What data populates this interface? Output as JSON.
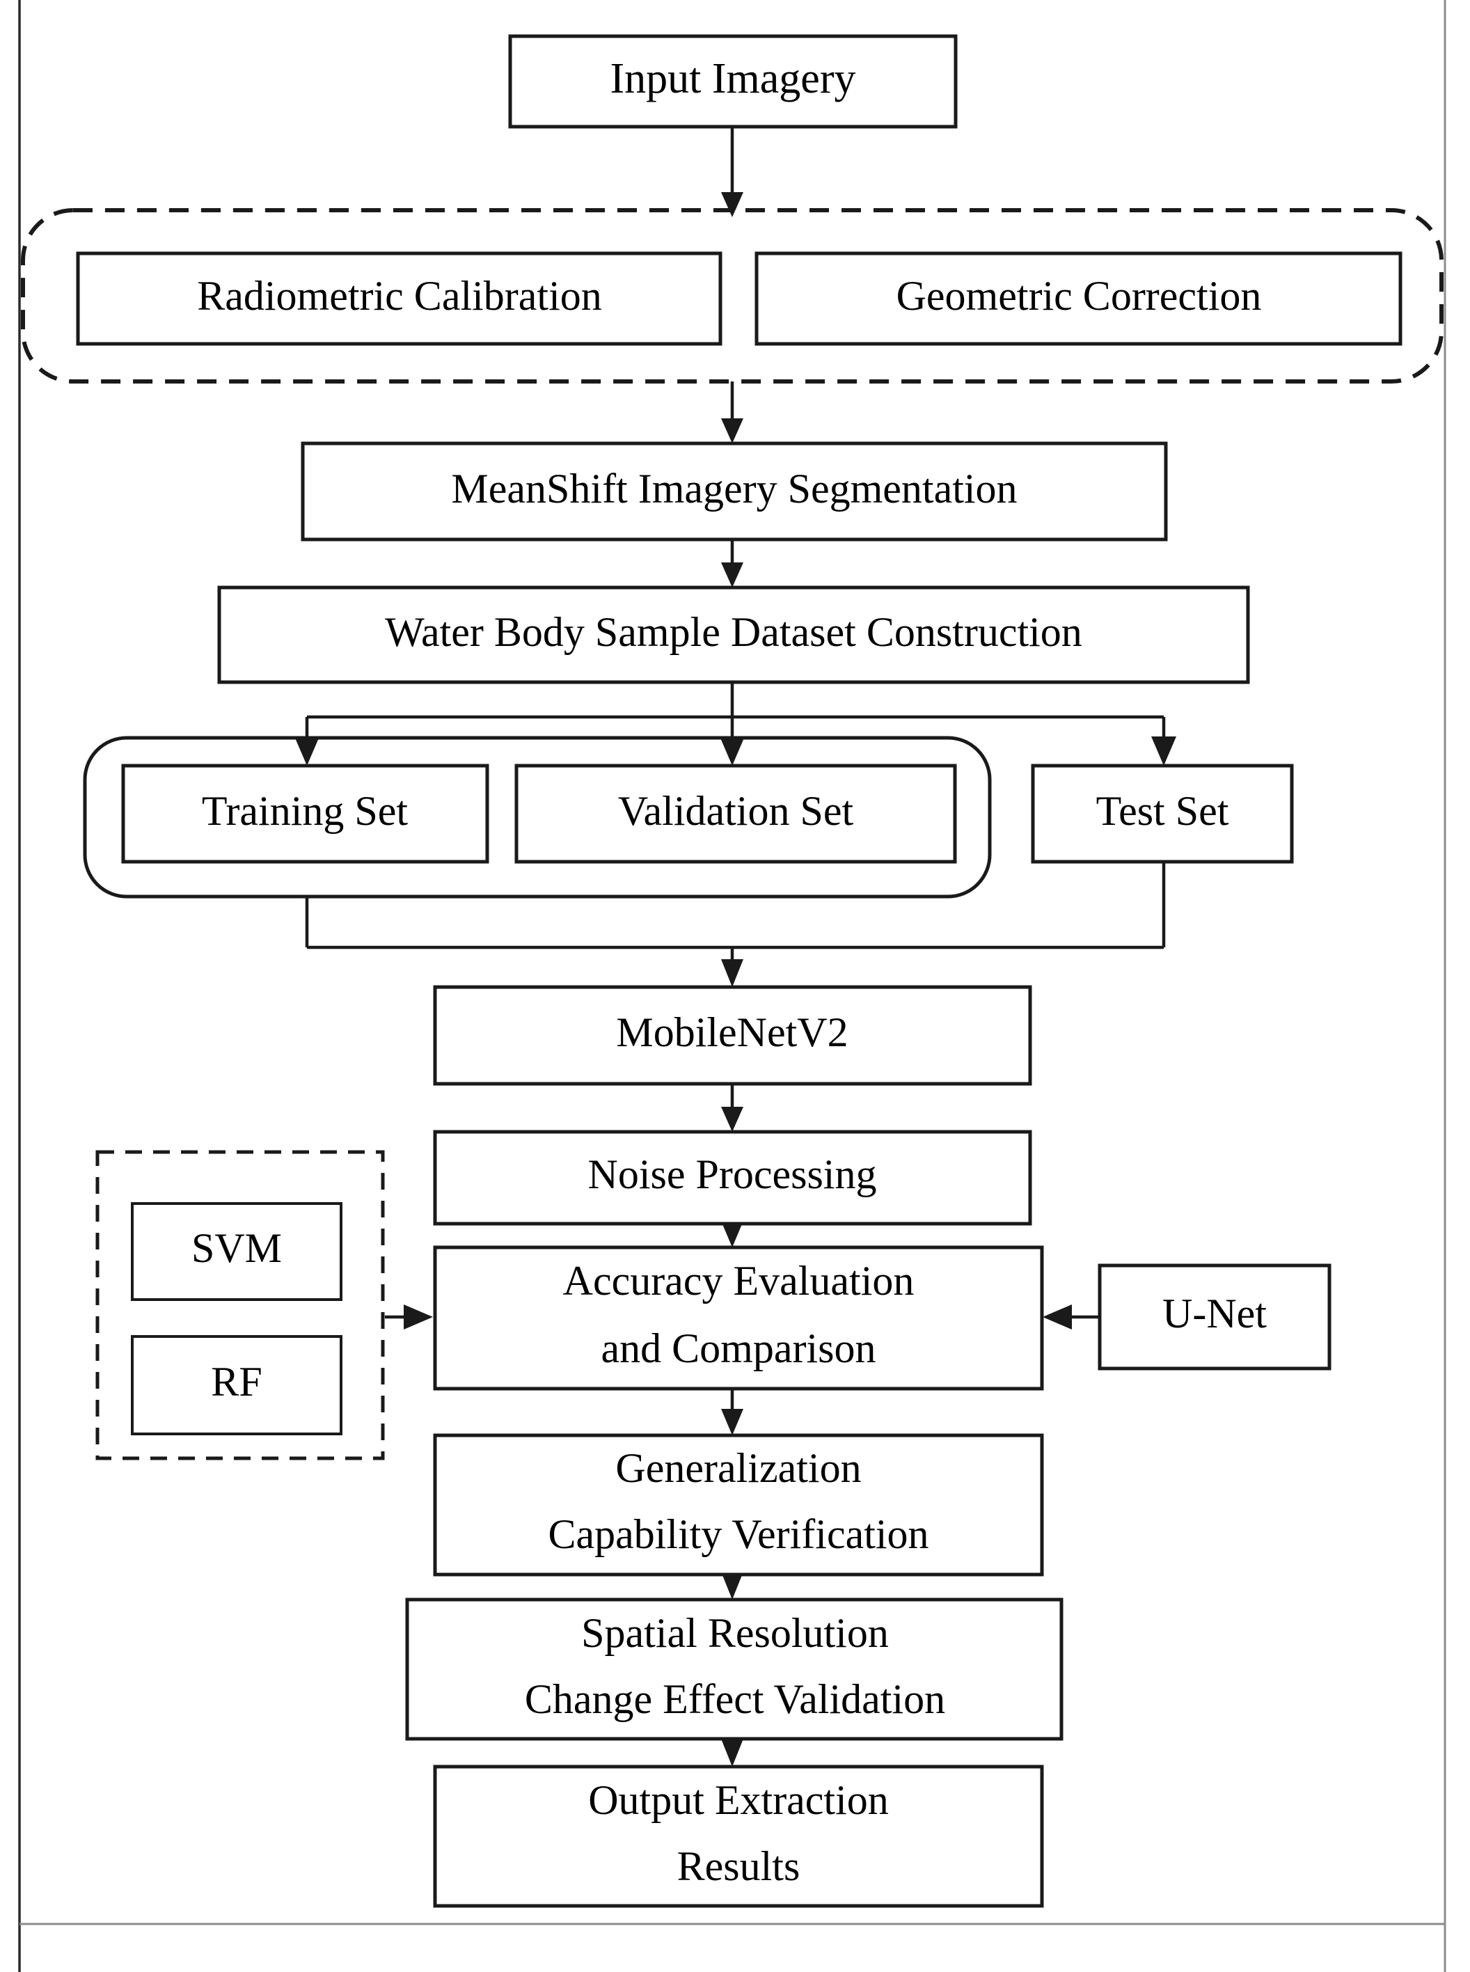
{
  "diagram": {
    "title": "Water Body Extraction Methodology Flowchart",
    "type": "flowchart",
    "background_color": "#ffffff",
    "line_color": "#1a1a1a",
    "page_border_color": "#8c8c8c"
  },
  "nodes": {
    "input_imagery": "Input Imagery",
    "radiometric_calibration": "Radiometric Calibration",
    "geometric_correction": "Geometric Correction",
    "meanshift_segmentation": "MeanShift Imagery Segmentation",
    "dataset_construction": "Water Body Sample Dataset Construction",
    "training_set": "Training Set",
    "validation_set": "Validation Set",
    "test_set": "Test Set",
    "mobilenetv2": "MobileNetV2",
    "noise_processing": "Noise Processing",
    "accuracy_line1": "Accuracy Evaluation",
    "accuracy_line2": "and Comparison",
    "svm": "SVM",
    "rf": "RF",
    "unet": "U-Net",
    "generalization_line1": "Generalization",
    "generalization_line2": "Capability Verification",
    "spatial_line1": "Spatial Resolution",
    "spatial_line2": "Change Effect Validation",
    "output_line1": "Output Extraction",
    "output_line2": "Results"
  },
  "groups": {
    "preprocessing_group": "preprocessing-dashed-group",
    "traditional_classifiers_group": "traditional-classifiers-dashed-group",
    "train_val_group": "training-validation-rounded-group"
  },
  "edges": [
    {
      "from": "input_imagery",
      "to": "preprocessing_group"
    },
    {
      "from": "preprocessing_group",
      "to": "meanshift_segmentation"
    },
    {
      "from": "meanshift_segmentation",
      "to": "dataset_construction"
    },
    {
      "from": "dataset_construction",
      "to": "training_set"
    },
    {
      "from": "dataset_construction",
      "to": "validation_set"
    },
    {
      "from": "dataset_construction",
      "to": "test_set"
    },
    {
      "from": "train_val_group",
      "to": "mobilenetv2"
    },
    {
      "from": "test_set",
      "to": "mobilenetv2"
    },
    {
      "from": "mobilenetv2",
      "to": "noise_processing"
    },
    {
      "from": "noise_processing",
      "to": "accuracy_evaluation"
    },
    {
      "from": "traditional_classifiers_group",
      "to": "accuracy_evaluation"
    },
    {
      "from": "unet",
      "to": "accuracy_evaluation"
    },
    {
      "from": "accuracy_evaluation",
      "to": "generalization"
    },
    {
      "from": "generalization",
      "to": "spatial_resolution"
    },
    {
      "from": "spatial_resolution",
      "to": "output_results"
    }
  ]
}
